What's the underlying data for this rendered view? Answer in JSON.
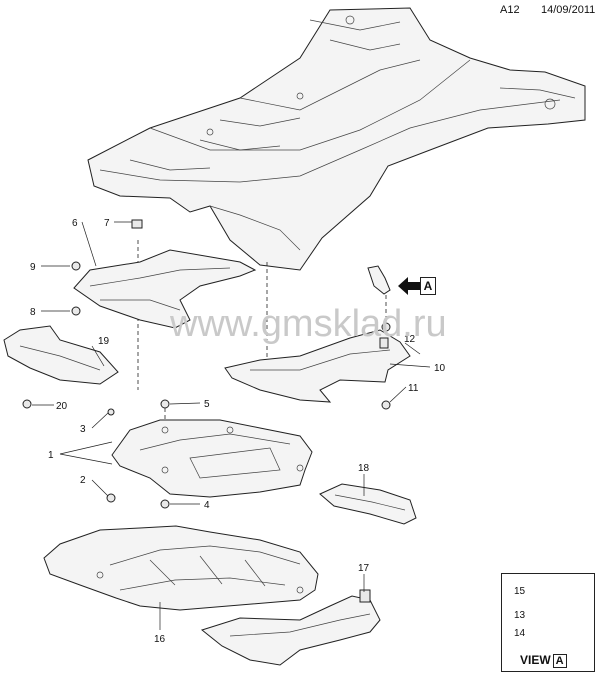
{
  "header": {
    "code": "A12",
    "date": "14/09/2011"
  },
  "watermark": "www.gmsklad.ru",
  "callouts": {
    "c1": "1",
    "c2": "2",
    "c3": "3",
    "c4": "4",
    "c5": "5",
    "c6": "6",
    "c7": "7",
    "c8": "8",
    "c9": "9",
    "c10": "10",
    "c11": "11",
    "c12": "12",
    "c16": "16",
    "c17": "17",
    "c18": "18",
    "c19": "19",
    "c20": "20"
  },
  "view": {
    "arrow_letter": "A",
    "title": "VIEW",
    "letter": "A",
    "callouts": {
      "c13": "13",
      "c14": "14",
      "c15": "15"
    }
  },
  "colors": {
    "line": "#222222",
    "fill": "#f4f4f4",
    "watermark": "#c9c9c9"
  }
}
